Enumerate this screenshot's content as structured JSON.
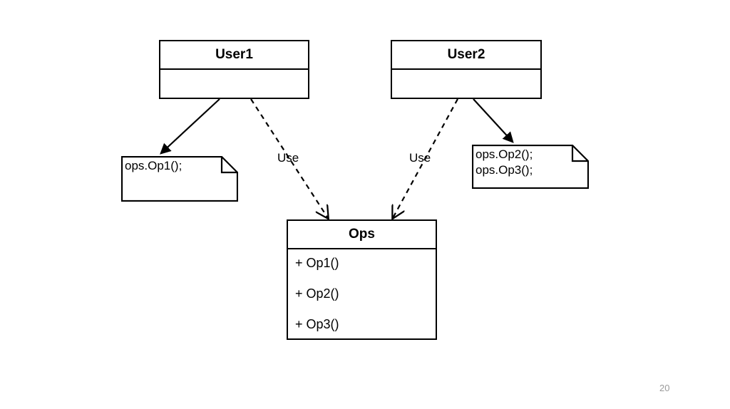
{
  "slide": {
    "page_number": "20",
    "background_color": "#ffffff",
    "line_color": "#000000"
  },
  "diagram": {
    "type": "uml-class-diagram",
    "classes": [
      {
        "id": "user1",
        "name": "User1",
        "attributes": [],
        "operations": []
      },
      {
        "id": "user2",
        "name": "User2",
        "attributes": [],
        "operations": []
      },
      {
        "id": "ops",
        "name": "Ops",
        "operations": [
          "+ Op1()",
          "+ Op2()",
          "+ Op3()"
        ]
      }
    ],
    "notes": [
      {
        "id": "note-left",
        "lines": [
          "ops.Op1();"
        ],
        "attached_to": "user1"
      },
      {
        "id": "note-right",
        "lines": [
          "ops.Op2();",
          "ops.Op3();"
        ],
        "attached_to": "user2"
      }
    ],
    "connectors": [
      {
        "id": "user1-to-note-left",
        "from": "user1",
        "to": "note-left",
        "style": "solid",
        "arrowhead": "filled",
        "label": ""
      },
      {
        "id": "user2-to-note-right",
        "from": "user2",
        "to": "note-right",
        "style": "solid",
        "arrowhead": "filled",
        "label": ""
      },
      {
        "id": "user1-uses-ops",
        "from": "user1",
        "to": "ops",
        "style": "dashed",
        "arrowhead": "open",
        "label": "Use"
      },
      {
        "id": "user2-uses-ops",
        "from": "user2",
        "to": "ops",
        "style": "dashed",
        "arrowhead": "open",
        "label": "Use"
      }
    ]
  }
}
